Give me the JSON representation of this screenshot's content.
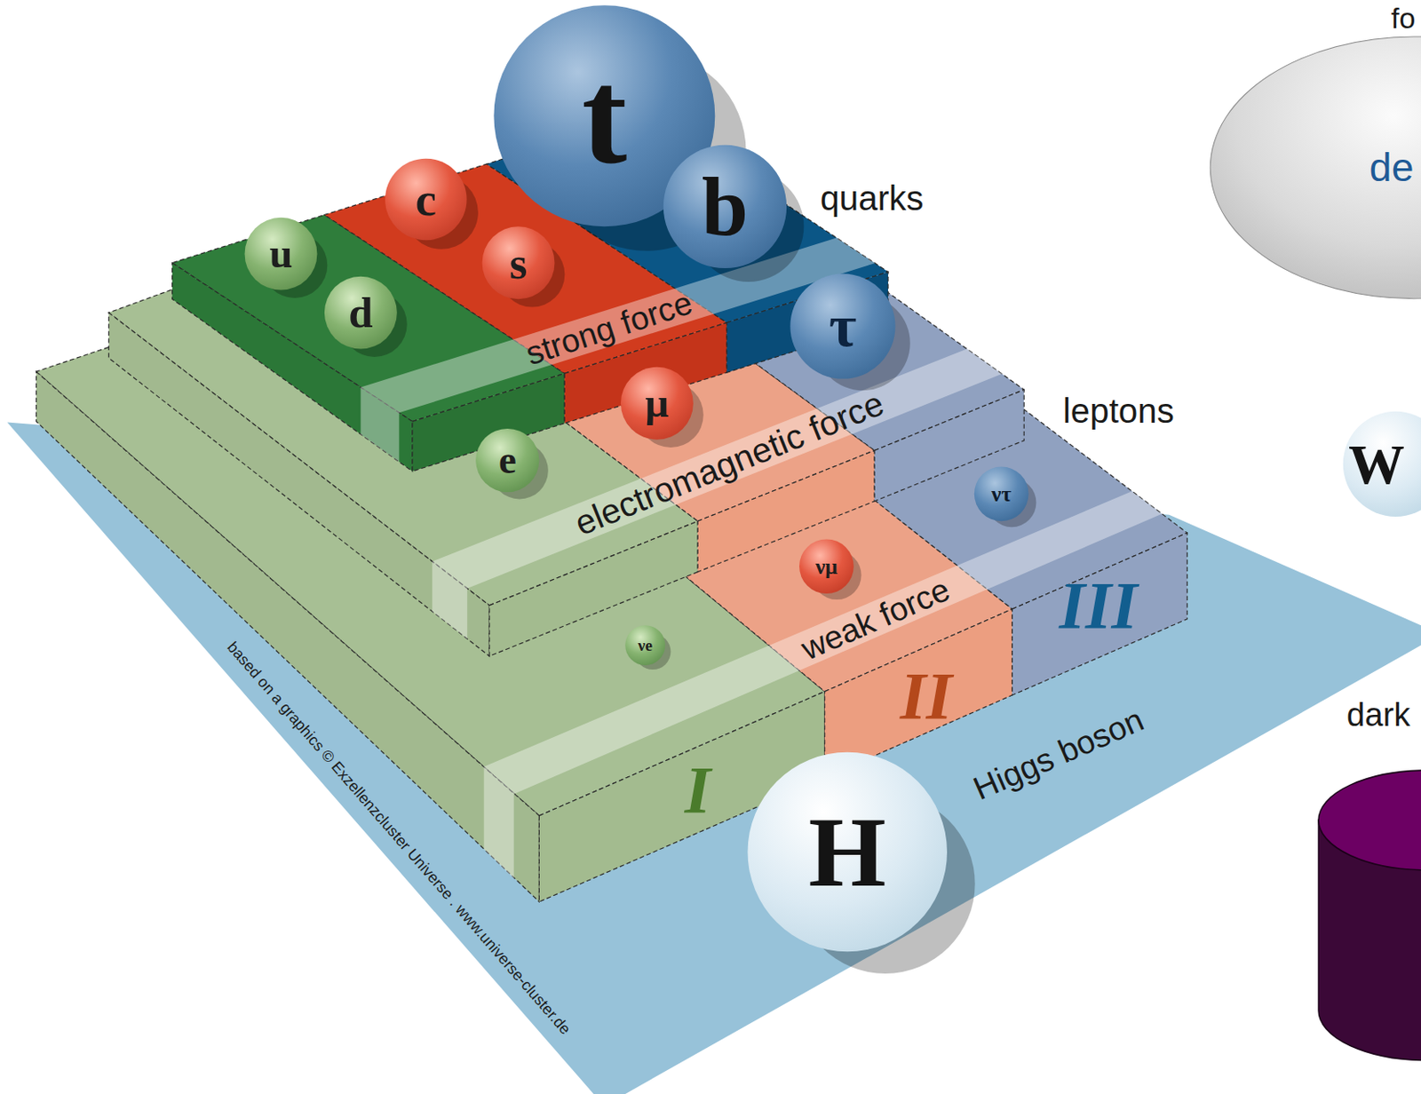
{
  "diagram": {
    "nodes": [
      {
        "text": [
          "t"
        ]
      },
      {
        "text": [
          "b"
        ]
      },
      {
        "text": [
          "c"
        ]
      },
      {
        "text": [
          "s"
        ]
      },
      {
        "text": [
          "u"
        ]
      },
      {
        "text": [
          "d"
        ]
      },
      {
        "text": [
          "τ"
        ]
      },
      {
        "text": [
          "μ"
        ]
      },
      {
        "text": [
          "e"
        ]
      },
      {
        "text": [
          "ντ"
        ]
      },
      {
        "text": [
          "νμ"
        ]
      },
      {
        "text": [
          "νe"
        ]
      },
      {
        "text": [
          "H"
        ]
      },
      {
        "text": [
          "de"
        ]
      },
      {
        "text": [
          "W"
        ]
      }
    ],
    "labels": [
      "fo",
      "quarks",
      "strong force",
      "leptons",
      "electromagnetic force",
      "weak force",
      "I",
      "II",
      "III",
      "Higgs boson",
      "dark",
      "based on a graphics © Exzellenzcluster Universe . www.universe-cluster.de"
    ]
  }
}
